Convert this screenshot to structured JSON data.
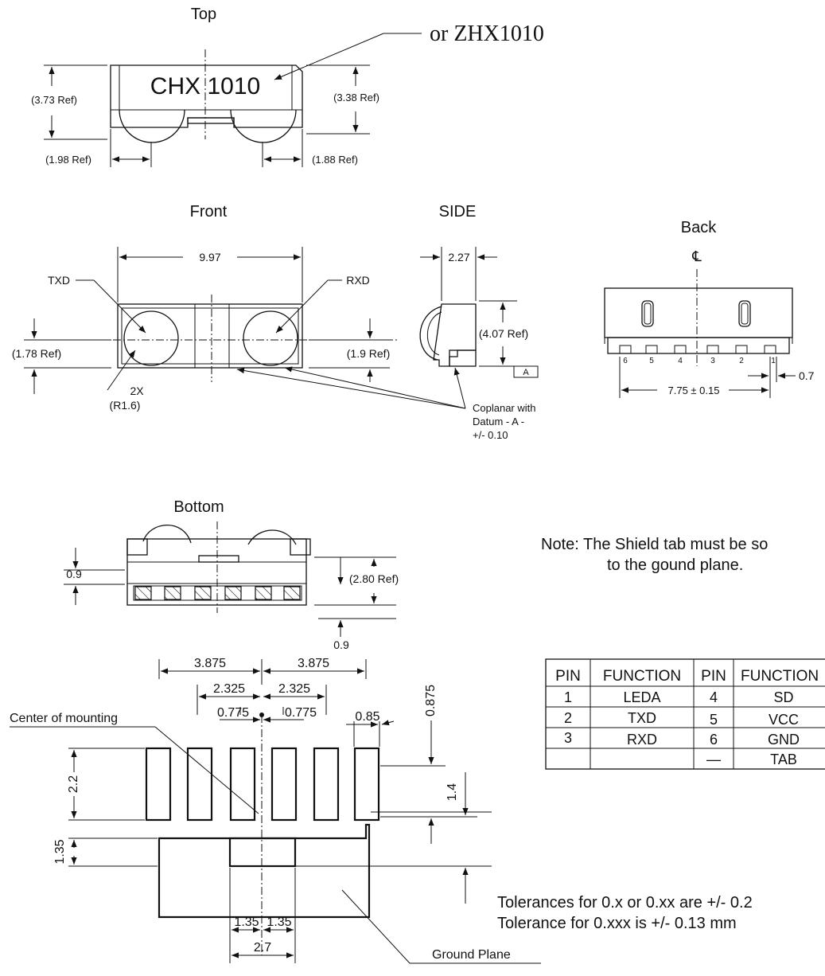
{
  "views": {
    "top": "Top",
    "front": "Front",
    "side": "SIDE",
    "back": "Back",
    "bottom": "Bottom"
  },
  "top_view": {
    "marking": "CHX 1010",
    "alt_marking": "or ZHX1010",
    "dims": {
      "left_height": "(3.73 Ref)",
      "right_height": "(3.38 Ref)",
      "left_offset": "(1.98 Ref)",
      "right_offset": "(1.88 Ref)"
    }
  },
  "front_view": {
    "width": "9.97",
    "txd": "TXD",
    "rxd": "RXD",
    "left_height": "(1.78 Ref)",
    "right_height": "(1.9 Ref)",
    "radius_count": "2X",
    "radius": "(R1.6)"
  },
  "side_view": {
    "depth": "2.27",
    "height": "(4.07 Ref)",
    "datum": "A",
    "note_line1": "Coplanar with",
    "note_line2": "Datum - A -",
    "note_line3": "+/- 0.10"
  },
  "back_view": {
    "centerline": "℄",
    "pins": [
      "6",
      "5",
      "4",
      "3",
      "2",
      "1"
    ],
    "pitch": "0.7",
    "span": "7.75 ± 0.15"
  },
  "bottom_view": {
    "left_dim": "0.9",
    "right_height": "(2.80 Ref)",
    "right_dim": "0.9"
  },
  "note": {
    "line1": "Note:  The Shield tab must be so",
    "line2": "to the gound plane."
  },
  "pin_table": {
    "headers": [
      "PIN",
      "FUNCTION",
      "PIN",
      "FUNCTION"
    ],
    "rows": [
      [
        "1",
        "LEDA",
        "4",
        "SD"
      ],
      [
        "2",
        "TXD",
        "5",
        "VCC"
      ],
      [
        "3",
        "RXD",
        "6",
        "GND"
      ],
      [
        "",
        "",
        "—",
        "TAB"
      ]
    ]
  },
  "footprint": {
    "half_span_left": "3.875",
    "half_span_right": "3.875",
    "inner_left": "2.325",
    "inner_right": "2.325",
    "pitch_left": "0.775",
    "pitch_right": "0.775",
    "pad_width": "0.85",
    "center_label": "Center of mounting",
    "pad_height": "2.2",
    "gap": "1.35",
    "offset": "0.875",
    "tab_dim": "1.4",
    "tab_left": "1.35",
    "tab_right": "1.35",
    "tab_width": "2.7",
    "ground_label": "Ground Plane"
  },
  "tolerances": {
    "line1": "Tolerances for 0.x or 0.xx are +/- 0.2",
    "line2": "Tolerance for 0.xxx is +/- 0.13 mm"
  }
}
